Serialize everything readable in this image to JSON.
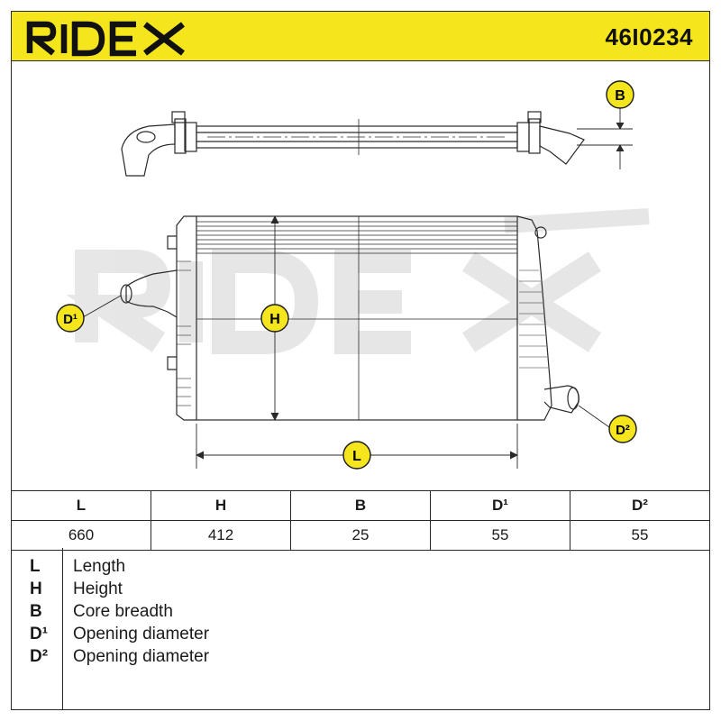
{
  "header": {
    "brand": "RIDEX",
    "part_number": "46I0234"
  },
  "watermark": "RIDEX",
  "callouts": {
    "B": "B",
    "H": "H",
    "L": "L",
    "D1": "D¹",
    "D2": "D²"
  },
  "dimensions_table": {
    "headers": [
      "L",
      "H",
      "B",
      "D¹",
      "D²"
    ],
    "values": [
      "660",
      "412",
      "25",
      "55",
      "55"
    ]
  },
  "legend": [
    {
      "code": "L",
      "description": "Length"
    },
    {
      "code": "H",
      "description": "Height"
    },
    {
      "code": "B",
      "description": "Core breadth"
    },
    {
      "code": "D¹",
      "description": "Opening diameter"
    },
    {
      "code": "D²",
      "description": "Opening diameter"
    }
  ],
  "colors": {
    "header_bg": "#f5e51c",
    "callout_bg": "#f5e51c",
    "line": "#2a2a2a",
    "watermark": "#e6e6e6"
  }
}
